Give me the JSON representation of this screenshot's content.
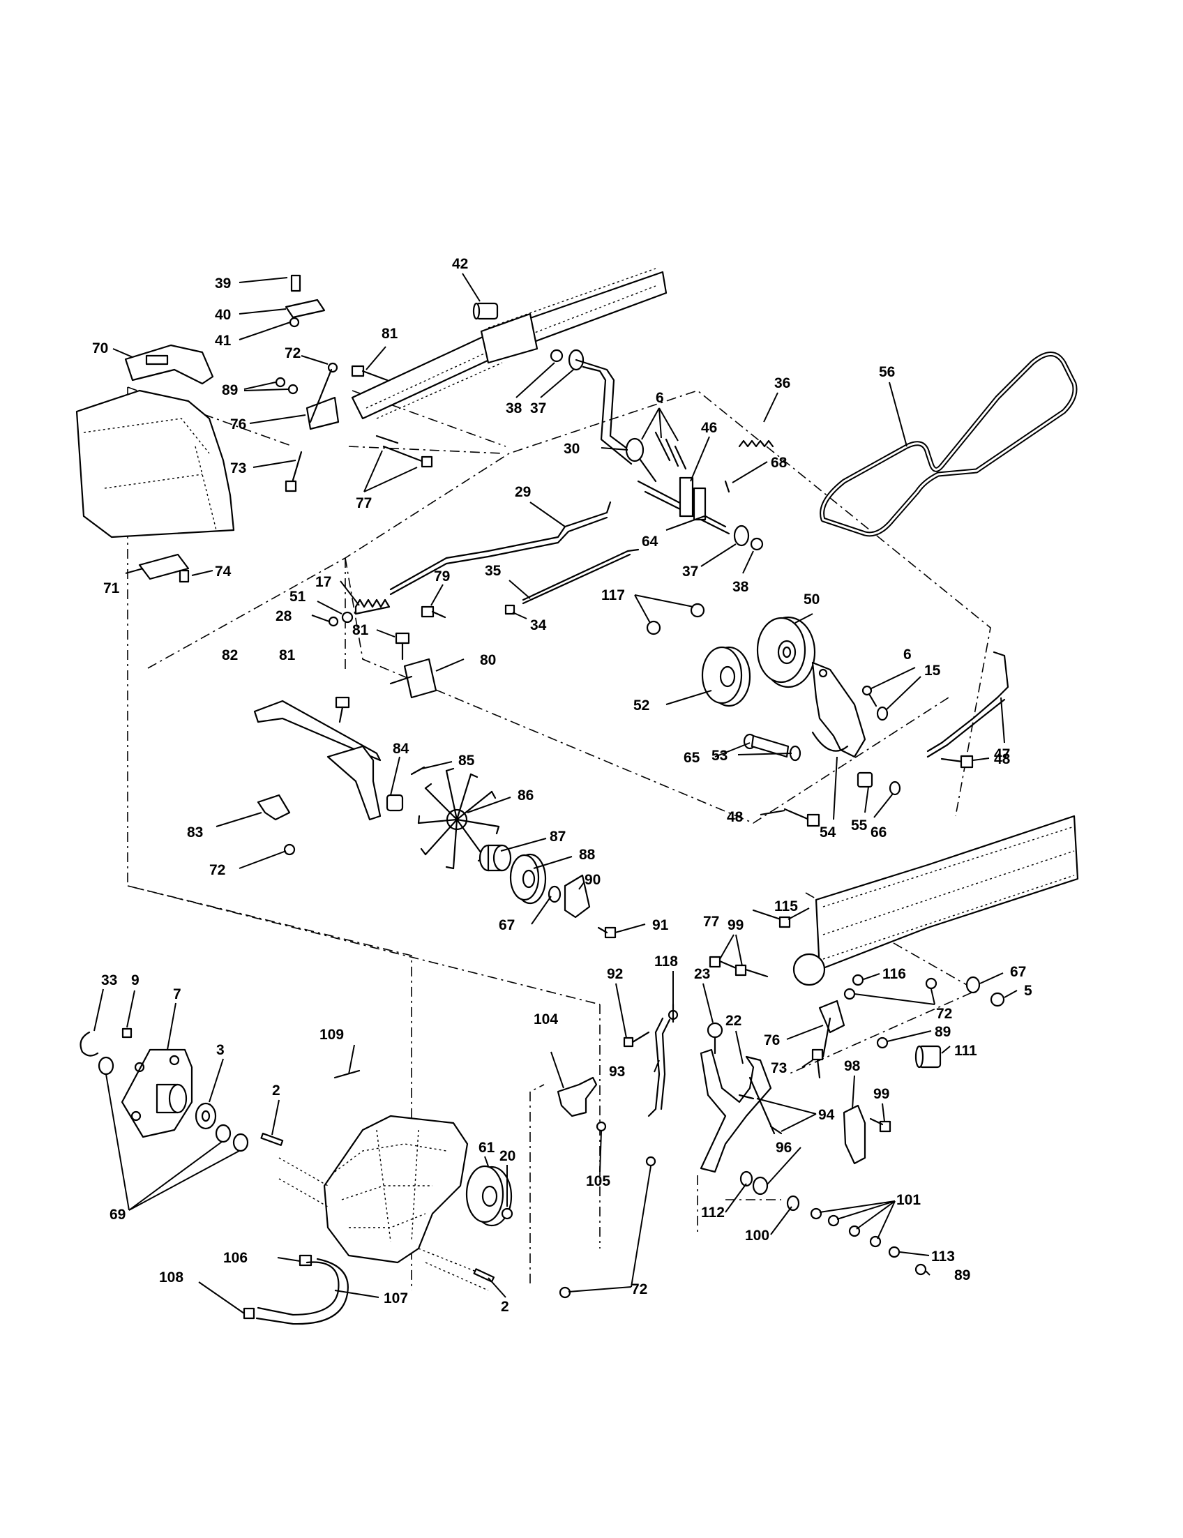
{
  "diagram": {
    "callouts": [
      "39",
      "40",
      "41",
      "70",
      "72",
      "81",
      "89",
      "76",
      "73",
      "77",
      "71",
      "74",
      "42",
      "38",
      "37",
      "6",
      "30",
      "36",
      "46",
      "68",
      "56",
      "29",
      "64",
      "37",
      "38",
      "35",
      "34",
      "17",
      "51",
      "28",
      "79",
      "81",
      "82",
      "81",
      "80",
      "117",
      "50",
      "52",
      "65",
      "6",
      "15",
      "47",
      "53",
      "48",
      "48",
      "54",
      "55",
      "66",
      "84",
      "85",
      "86",
      "87",
      "88",
      "90",
      "83",
      "72",
      "67",
      "91",
      "115",
      "77",
      "99",
      "67",
      "5",
      "116",
      "72",
      "118",
      "92",
      "23",
      "22",
      "76",
      "89",
      "111",
      "73",
      "93",
      "104",
      "98",
      "99",
      "94",
      "96",
      "112",
      "100",
      "101",
      "113",
      "89",
      "33",
      "9",
      "7",
      "3",
      "109",
      "2",
      "61",
      "20",
      "69",
      "105",
      "72",
      "106",
      "108",
      "107",
      "2"
    ]
  }
}
